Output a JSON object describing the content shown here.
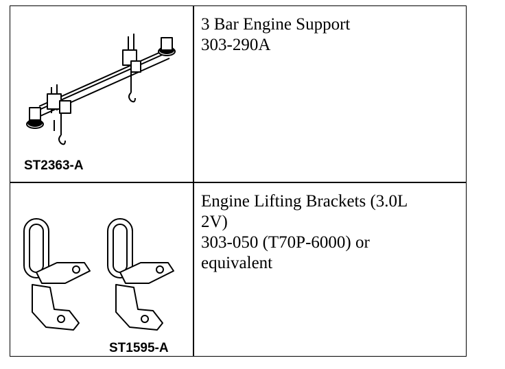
{
  "rows": [
    {
      "figure_id": "ST2363-A",
      "icon": "three-bar-engine-support-illustration",
      "lines": [
        "3 Bar Engine Support",
        "303-290A"
      ]
    },
    {
      "figure_id": "ST1595-A",
      "icon": "engine-lifting-brackets-illustration",
      "lines": [
        "Engine Lifting Brackets (3.0L",
        "2V)",
        "303-050 (T70P-6000) or",
        "equivalent"
      ]
    }
  ]
}
